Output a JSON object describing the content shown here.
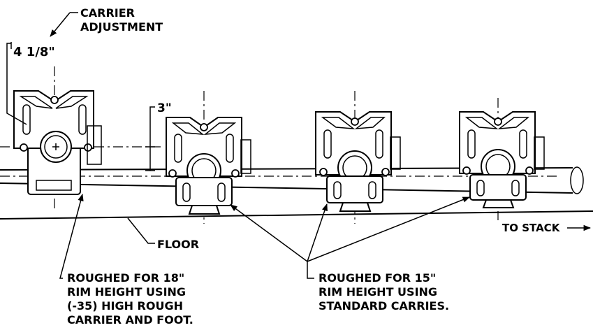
{
  "labels": {
    "carrier_adjustment_line1": "CARRIER",
    "carrier_adjustment_line2": "ADJUSTMENT",
    "dim_adjust": "4 1/8\"",
    "dim_drop": "3\"",
    "floor": "FLOOR",
    "to_stack": "TO STACK",
    "note_left": [
      "ROUGHED FOR 18\"",
      "RIM HEIGHT USING",
      "(-35) HIGH ROUGH",
      "CARRIER AND FOOT."
    ],
    "note_right": [
      "ROUGHED FOR 15\"",
      "RIM HEIGHT USING",
      "STANDARD CARRIES."
    ]
  }
}
